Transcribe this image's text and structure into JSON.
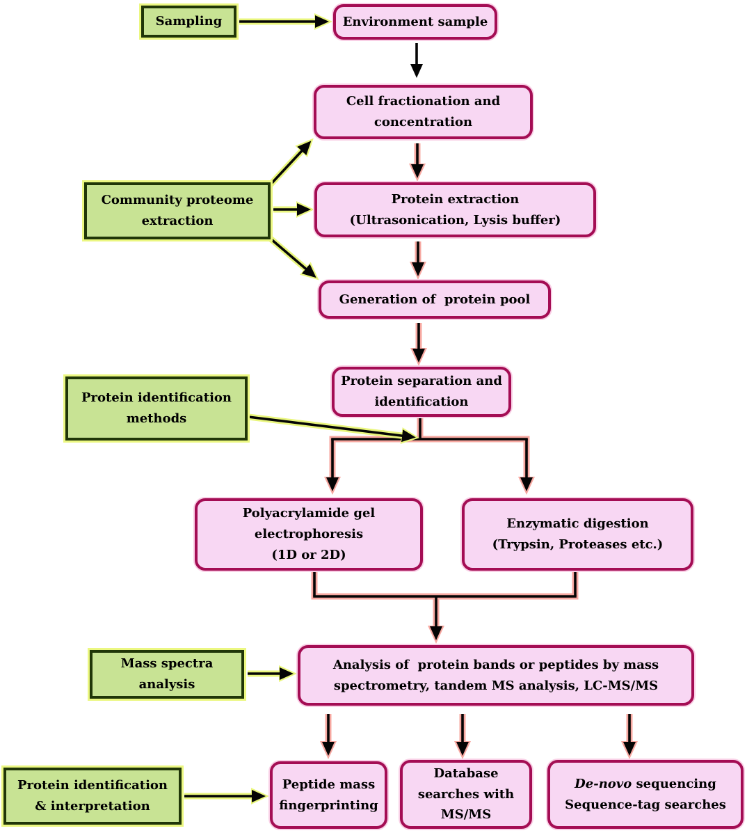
{
  "figure": {
    "description": "Metaproteomics workflow flowchart",
    "background": "#ffffff"
  },
  "colors": {
    "stage_box_fill": "#c8e394",
    "stage_box_border": "#203608",
    "stage_box_glow": "#ebf781",
    "process_box_fill": "#f8d7f3",
    "process_box_border": "#a40d54",
    "process_box_halo": "#f9d0e6",
    "arrow_ink": "#050505",
    "arrow_glow_pink": "#f7a8a1",
    "arrow_glow_yellow": "#e9f67c",
    "text": "#000000"
  },
  "nodes": {
    "sampling": {
      "kind": "stage",
      "label": "Sampling"
    },
    "environment_sample": {
      "kind": "process",
      "label": "Environment sample"
    },
    "cell_fractionation": {
      "kind": "process",
      "label": "Cell fractionation and\nconcentration"
    },
    "community_proteome_extraction": {
      "kind": "stage",
      "label": "Community proteome\nextraction"
    },
    "protein_extraction": {
      "kind": "process",
      "label": "Protein extraction\n(Ultrasonication, Lysis buffer)"
    },
    "protein_pool": {
      "kind": "process",
      "label": "Generation of  protein pool"
    },
    "protein_identification_methods": {
      "kind": "stage",
      "label": "Protein identification\nmethods"
    },
    "protein_separation": {
      "kind": "process",
      "label": "Protein separation and\nidentification"
    },
    "polyacrylamide_gel": {
      "kind": "process",
      "label": "Polyacrylamide gel\nelectrophoresis\n(1D or 2D)"
    },
    "enzymatic_digestion": {
      "kind": "process",
      "label": "Enzymatic digestion\n(Trypsin, Proteases etc.)"
    },
    "mass_spectra_analysis": {
      "kind": "stage",
      "label": "Mass spectra\nanalysis"
    },
    "ms_analysis": {
      "kind": "process",
      "label": "Analysis of  protein bands or peptides by mass\nspectrometry, tandem MS analysis, LC-MS/MS"
    },
    "peptide_mass_fingerprinting": {
      "kind": "process",
      "label": "Peptide mass\nfingerprinting"
    },
    "database_searches": {
      "kind": "process",
      "label": "Database\nsearches with\nMS/MS"
    },
    "de_novo": {
      "kind": "process",
      "italic": "De-novo",
      "rest": " sequencing\nSequence-tag searches"
    },
    "protein_identification_interpretation": {
      "kind": "stage",
      "label": "Protein identification\n& interpretation"
    }
  },
  "edges": [
    {
      "from": "sampling",
      "to": "environment_sample"
    },
    {
      "from": "environment_sample",
      "to": "cell_fractionation"
    },
    {
      "from": "cell_fractionation",
      "to": "protein_extraction"
    },
    {
      "from": "community_proteome_extraction",
      "to": "cell_fractionation"
    },
    {
      "from": "community_proteome_extraction",
      "to": "protein_extraction"
    },
    {
      "from": "community_proteome_extraction",
      "to": "protein_pool"
    },
    {
      "from": "protein_extraction",
      "to": "protein_pool"
    },
    {
      "from": "protein_pool",
      "to": "protein_separation"
    },
    {
      "from": "protein_identification_methods",
      "to": "protein_separation_branch"
    },
    {
      "from": "protein_separation",
      "to": "polyacrylamide_gel"
    },
    {
      "from": "protein_separation",
      "to": "enzymatic_digestion"
    },
    {
      "from": "polyacrylamide_gel",
      "to": "ms_analysis"
    },
    {
      "from": "enzymatic_digestion",
      "to": "ms_analysis"
    },
    {
      "from": "mass_spectra_analysis",
      "to": "ms_analysis"
    },
    {
      "from": "ms_analysis",
      "to": "peptide_mass_fingerprinting"
    },
    {
      "from": "ms_analysis",
      "to": "database_searches"
    },
    {
      "from": "ms_analysis",
      "to": "de_novo"
    },
    {
      "from": "protein_identification_interpretation",
      "to": "peptide_mass_fingerprinting"
    }
  ]
}
